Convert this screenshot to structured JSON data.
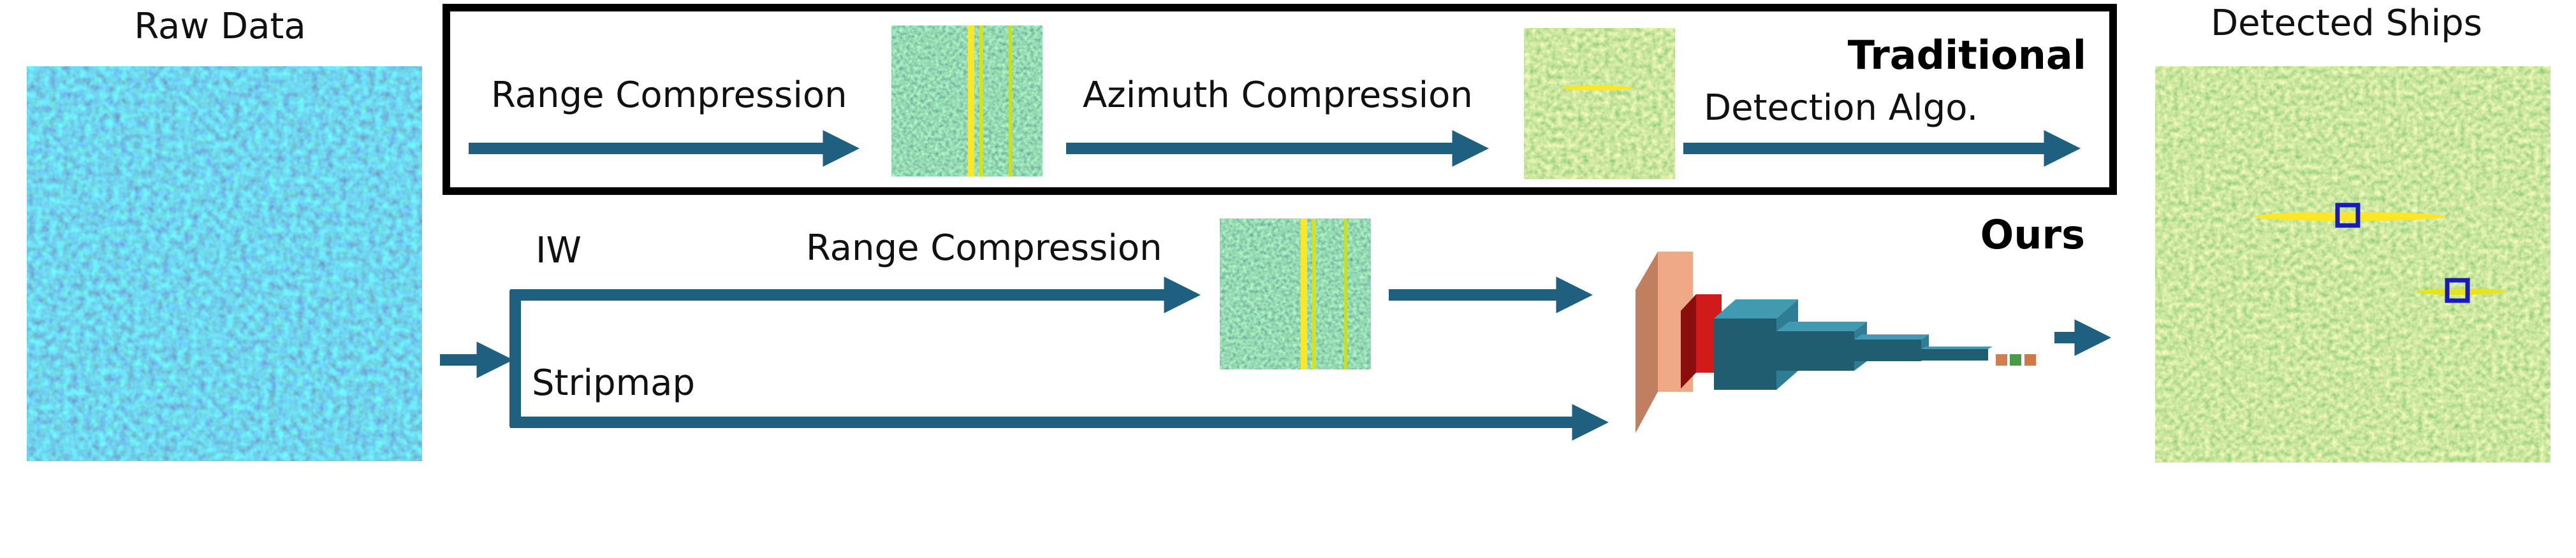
{
  "labels": {
    "raw_data": "Raw Data",
    "detected_ships": "Detected Ships",
    "traditional": "Traditional",
    "ours": "Ours",
    "range_compression_top": "Range Compression",
    "azimuth_compression": "Azimuth Compression",
    "detection_algo": "Detection Algo.",
    "iw": "IW",
    "range_compression_bottom": "Range Compression",
    "stripmap": "Stripmap"
  },
  "colors": {
    "arrow": "#1f5f80",
    "box_border": "#000000",
    "image_dark": "#3b528b",
    "image_mid": "#21918c",
    "image_green": "#5ec962",
    "image_yellow": "#fde725",
    "detection_box": "#1a1ab8",
    "net_input_layer": "#eeaa88",
    "net_conv_red": "#cc1111",
    "net_block_teal": "#2e7d95",
    "net_output_orange": "#e08040",
    "net_output_green": "#4a9a4a"
  },
  "icons": {
    "raw_data_image": "sar-raw-data-image",
    "detected_ships_image": "sar-detection-image",
    "network": "cnn-architecture-icon"
  }
}
